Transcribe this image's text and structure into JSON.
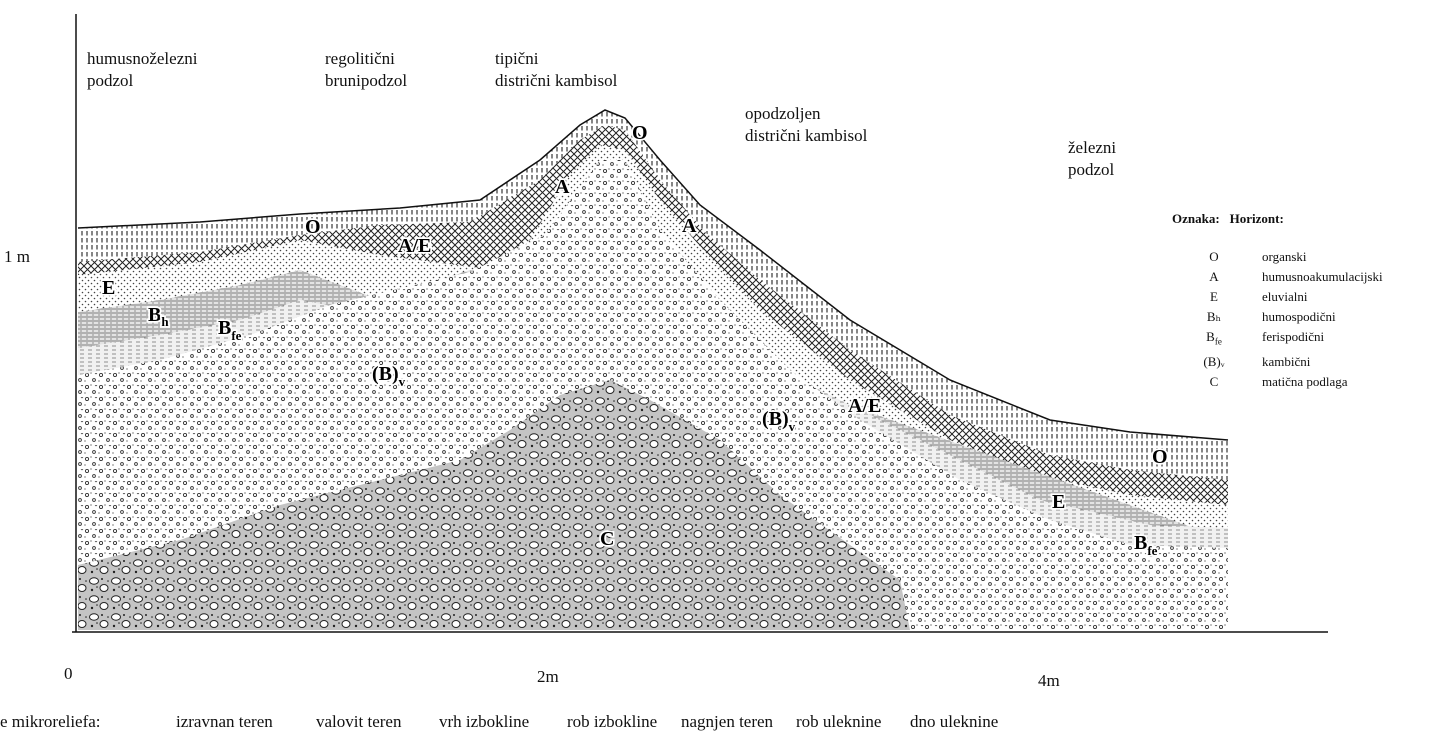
{
  "profiles": [
    {
      "line1": "humusnoželezni",
      "line2": "podzol"
    },
    {
      "line1": "regolitični",
      "line2": "brunipodzol"
    },
    {
      "line1": "tipični",
      "line2": "distrični kambisol"
    },
    {
      "line1": "opodzoljen",
      "line2": "distrični kambisol"
    },
    {
      "line1": "železni",
      "line2": "podzol"
    }
  ],
  "y_axis": {
    "label": "1 m"
  },
  "x_axis": {
    "ticks": [
      "0",
      "2m",
      "4m"
    ]
  },
  "horizon_labels": {
    "O1": "O",
    "O2": "O",
    "O3": "O",
    "A1": "A",
    "A2": "A",
    "AE1": "A/E",
    "AE2": "A/E",
    "E1": "E",
    "E2": "E",
    "Bh": {
      "main": "B",
      "sub": "h"
    },
    "Bfe1": {
      "main": "B",
      "sub": "fe"
    },
    "Bfe2": {
      "main": "B",
      "sub": "fe"
    },
    "Bv1": {
      "main": "(B)",
      "sub": "v"
    },
    "Bv2": {
      "main": "(B)",
      "sub": "v"
    },
    "C": "C"
  },
  "legend": {
    "header_code": "Oznaka:",
    "header_name": "Horizont:",
    "rows": [
      {
        "code": "O",
        "name": "organski"
      },
      {
        "code": "A",
        "name": "humusnoakumulacijski"
      },
      {
        "code": "E",
        "name": "eluvialni"
      },
      {
        "code": "Bₕ",
        "name": "humospodični"
      },
      {
        "code": "B_fe",
        "name": "ferispodični"
      },
      {
        "code": "(B)ᵥ",
        "name": "kambični"
      },
      {
        "code": "C",
        "name": "matična podlaga"
      }
    ]
  },
  "microrelief": {
    "prefix": "e mikroreliefa:",
    "items": [
      "izravnan teren",
      "valovit teren",
      "vrh izbokline",
      "rob izbokline",
      "nagnjen teren",
      "rob uleknine",
      "dno uleknine"
    ]
  },
  "colors": {
    "ink": "#111111",
    "gravel": "#bdbdbd",
    "stone_fill": "#ffffff"
  }
}
